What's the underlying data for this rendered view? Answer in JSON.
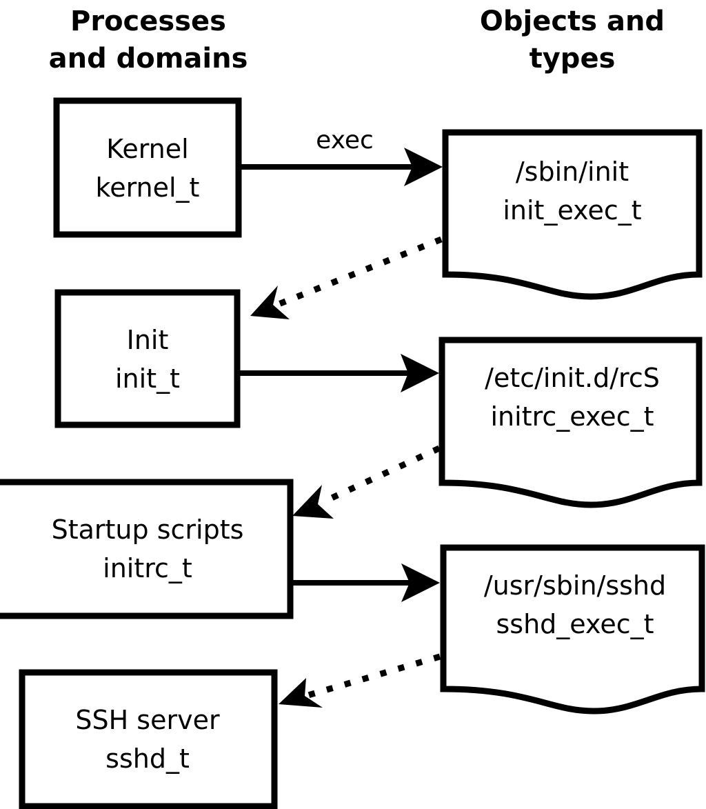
{
  "columns": {
    "left": {
      "line1": "Processes",
      "line2": "and domains"
    },
    "right": {
      "line1": "Objects and",
      "line2": "types"
    }
  },
  "process_nodes": [
    {
      "id": "kernel",
      "name_label": "Kernel",
      "type_label": "kernel_t"
    },
    {
      "id": "init",
      "name_label": "Init",
      "type_label": "init_t"
    },
    {
      "id": "initrc",
      "name_label": "Startup scripts",
      "type_label": "initrc_t"
    },
    {
      "id": "sshd",
      "name_label": "SSH server",
      "type_label": "sshd_t"
    }
  ],
  "object_nodes": [
    {
      "id": "init_exec",
      "path_label": "/sbin/init",
      "type_label": "init_exec_t"
    },
    {
      "id": "initrc_exec",
      "path_label": "/etc/init.d/rcS",
      "type_label": "initrc_exec_t"
    },
    {
      "id": "sshd_exec",
      "path_label": "/usr/sbin/sshd",
      "type_label": "sshd_exec_t"
    }
  ],
  "edges": [
    {
      "id": "kernel-exec-init_exec",
      "from": "kernel",
      "to": "init_exec",
      "style": "solid",
      "label": "exec"
    },
    {
      "id": "init_exec-transition-init",
      "from": "init_exec",
      "to": "init",
      "style": "dotted",
      "label": ""
    },
    {
      "id": "init-exec-initrc_exec",
      "from": "init",
      "to": "initrc_exec",
      "style": "solid",
      "label": ""
    },
    {
      "id": "initrc_exec-transition-initrc",
      "from": "initrc_exec",
      "to": "initrc",
      "style": "dotted",
      "label": ""
    },
    {
      "id": "initrc-exec-sshd_exec",
      "from": "initrc",
      "to": "sshd_exec",
      "style": "solid",
      "label": ""
    },
    {
      "id": "sshd_exec-transition-sshd",
      "from": "sshd_exec",
      "to": "sshd",
      "style": "dotted",
      "label": ""
    }
  ],
  "colors": {
    "background": "#ffffff",
    "stroke": "#000000",
    "text": "#000000"
  }
}
